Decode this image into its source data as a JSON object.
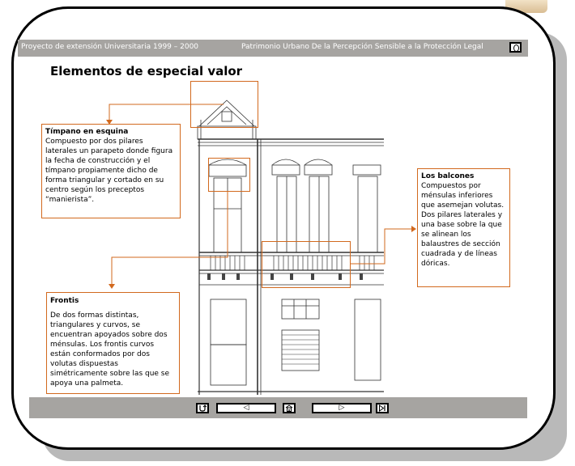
{
  "window": {
    "header_left": "Proyecto de extensión Universitaria 1999 – 2000",
    "header_right": "Patrimonio Urbano De la Percepción Sensible a la Protección Legal"
  },
  "page": {
    "title": "Elementos de especial valor"
  },
  "callouts": {
    "timpano": {
      "title": "Tímpano en esquina",
      "text": "Compuesto por dos pilares laterales un parapeto donde figura la fecha de construcción y el tímpano propiamente dicho de forma triangular y cortado en su centro según los preceptos “manierista”."
    },
    "frontis": {
      "title": "Frontis",
      "text": "De dos formas distintas, triangulares y curvos, se encuentran apoyados sobre dos ménsulas. Los frontis curvos  están conformados por dos volutas dispuestas simétricamente sobre las que se apoya una palmeta."
    },
    "balcones": {
      "title": "Los balcones",
      "text": "Compuestos por ménsulas inferiores que asemejan volutas. Dos pilares laterales y una base sobre la que se alinean los balaustres de sección cuadrada y de líneas dóricas."
    }
  },
  "navigation": {
    "return_icon": "return-icon",
    "prev_icon": "triangle-left-icon",
    "home_icon": "home-icon",
    "next_icon": "triangle-right-icon",
    "last_icon": "skip-end-icon",
    "prev_glyph": "◁",
    "next_glyph": "▷"
  },
  "colors": {
    "accent": "#d2691e",
    "bar": "#a6a4a1",
    "shadow": "#b9b9b9"
  }
}
